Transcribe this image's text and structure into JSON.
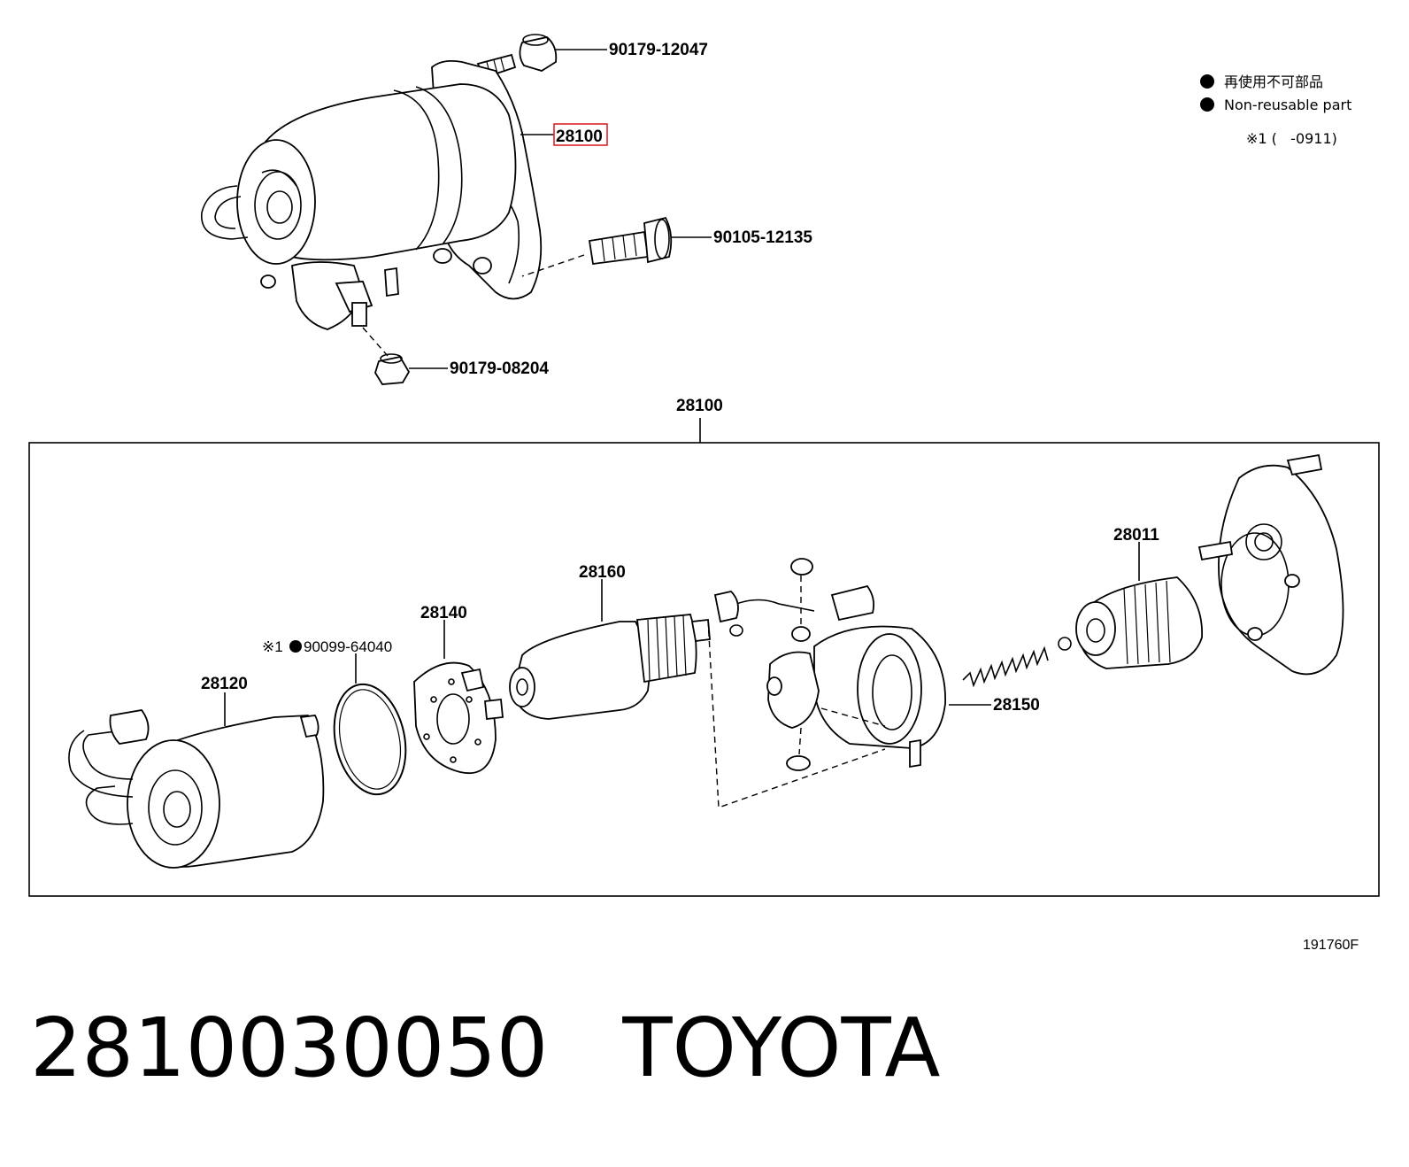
{
  "assembly": {
    "top_labels": {
      "nut_top": "90179-12047",
      "starter_main": "28100",
      "bolt": "90105-12135",
      "nut_bottom": "90179-08204"
    },
    "box_label": "28100",
    "box_labels": {
      "yoke": "28120",
      "oring_prefix": "※1",
      "oring": "90099-64040",
      "brush_holder": "28140",
      "armature": "28160",
      "solenoid_spring": "28150",
      "clutch": "28011"
    }
  },
  "legend": {
    "line1": "再使用不可部品",
    "line2": "Non-reusable part",
    "line3": "※1 (   -0911)"
  },
  "figure_code": "191760F",
  "product": {
    "part_number": "2810030050",
    "brand": "TOYOTA"
  },
  "colors": {
    "highlight": "#e0202a"
  }
}
